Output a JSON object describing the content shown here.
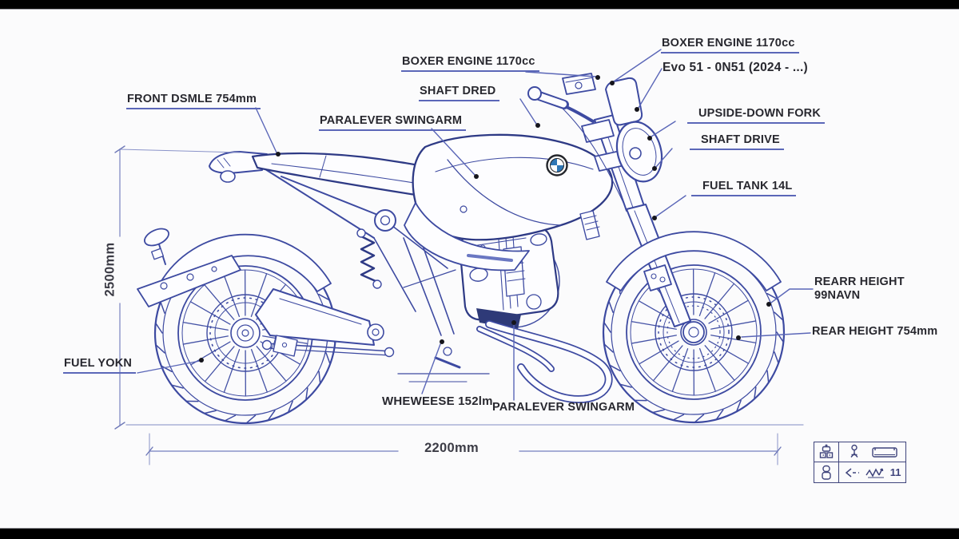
{
  "title": "Motorcycle blueprint diagram",
  "labels": {
    "boxer_engine_center": "BOXER ENGINE 1170cc",
    "shaft_drive_center": "SHAFT DRED",
    "paralever_top": "PARALEVER SWINGARM",
    "front_dimension": "FRONT DSMLE 754mm",
    "boxer_engine_right": "BOXER ENGINE 1170cc",
    "model_code": "Evo 51 - 0N51 (2024 -  ...)",
    "upside_down_fork": "UPSIDE-DOWN FORK",
    "shaft_drive_right": "SHAFT DRIVE",
    "fuel_tank": "FUEL TANK 14L",
    "rear_height_line1": "REARR HEIGHT",
    "rear_height_line2": "99NAVN",
    "rear_height_b": "REAR HEIGHT 754mm",
    "fuel_left": "FUEL YOKN",
    "wheelbase": "WHEWEESE 152lm",
    "paralever_bottom": "PARALEVER SWINGARM"
  },
  "dimensions": {
    "overall_height": "2500mm",
    "overall_length": "2200mm"
  },
  "legend": {
    "icons_row1": [
      "robot-icon",
      "rider-icon",
      "cargo-icon"
    ],
    "icons_row2": [
      "figure-icon",
      "route-arrow-icon",
      "squiggle-arrow-icon"
    ],
    "count_label": "11"
  },
  "colors": {
    "line": "#3d4aa1",
    "line_dark": "#2e3a85",
    "dim": "#8a93c9",
    "label": "#28282f",
    "underline": "#5b67b8",
    "bar": "#000000"
  }
}
